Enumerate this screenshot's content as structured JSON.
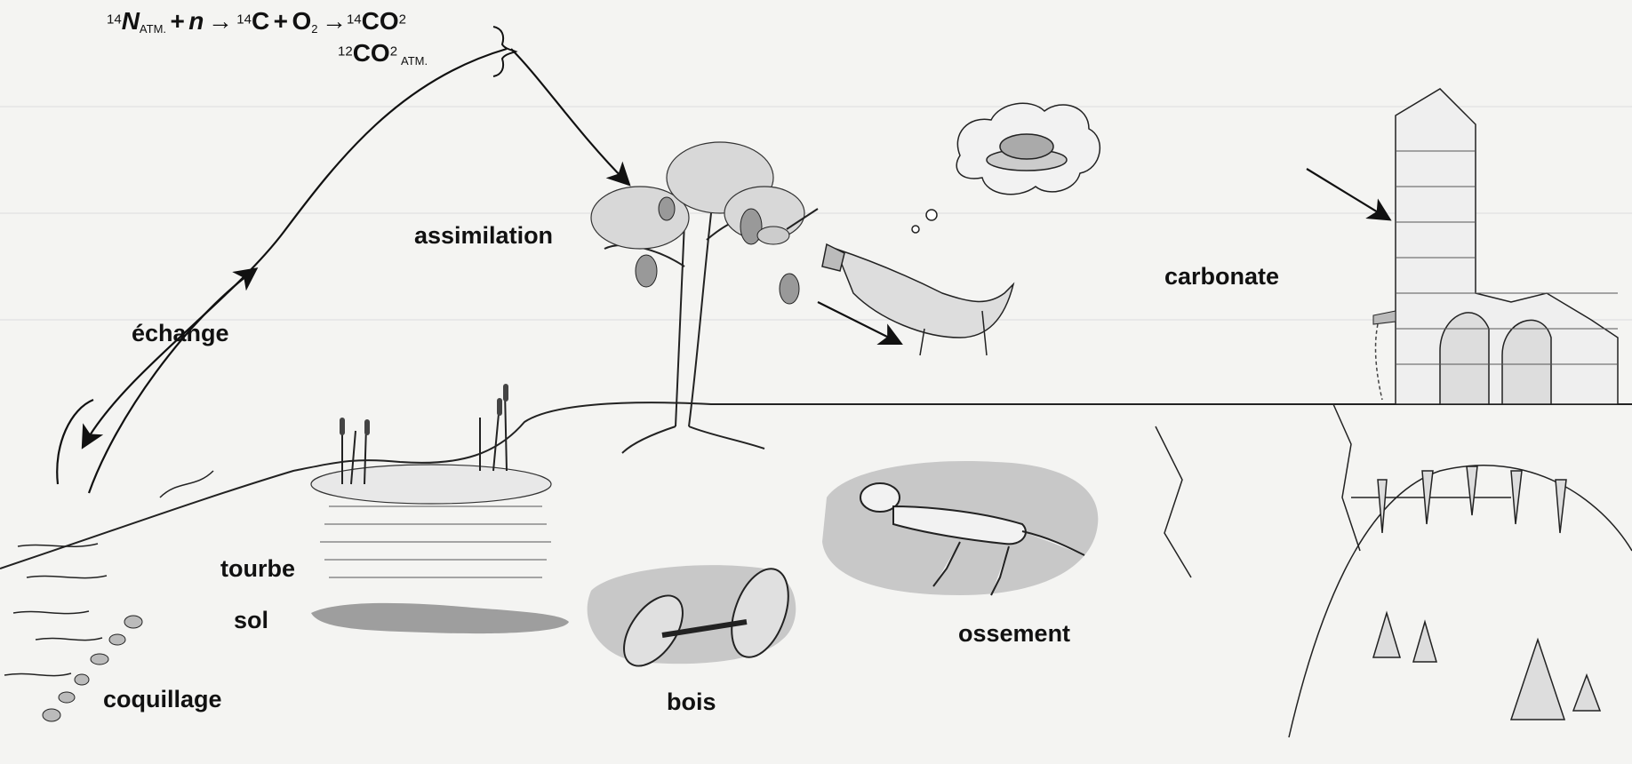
{
  "equation": {
    "n14_mass": "14",
    "n14_symbol": "N",
    "n14_sub": "ATM.",
    "plus1": "+",
    "neutron": "n",
    "arrow1": "→",
    "c14_mass": "14",
    "c14_symbol": "C",
    "plus2": "+",
    "o2_symbol": "O",
    "o2_sub": "2",
    "arrow2": "→",
    "co2_14_mass": "14",
    "co2_14_symbol": "CO",
    "co2_14_sup": "2",
    "co2_12_mass": "12",
    "co2_12_symbol": "CO",
    "co2_12_sup": "2",
    "co2_12_sub": "ATM."
  },
  "labels": {
    "echange": "échange",
    "assimilation": "assimilation",
    "carbonate": "carbonate",
    "tourbe": "tourbe",
    "sol": "sol",
    "coquillage": "coquillage",
    "bois": "bois",
    "ossement": "ossement"
  }
}
